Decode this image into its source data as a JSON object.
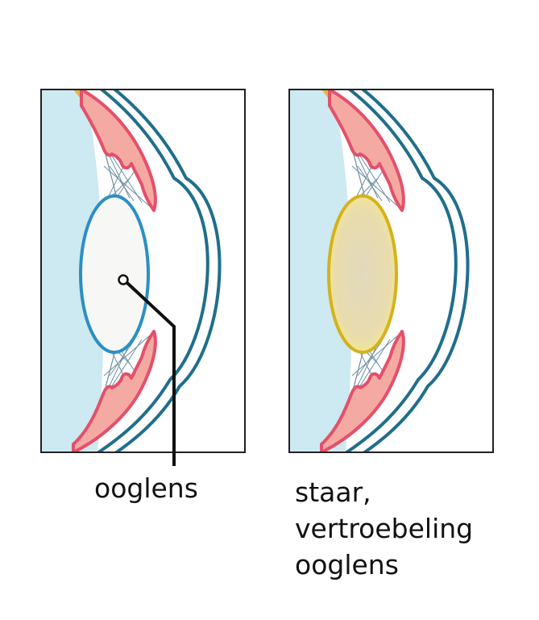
{
  "labels": {
    "lens": "ooglens",
    "cataract_line1": "staar,",
    "cataract_line2": "vertroebeling",
    "cataract_line3": "ooglens"
  },
  "colors": {
    "outer_wall": "#1f6e8c",
    "vitreous": "#cde9f1",
    "iris_fill": "#f4aaa3",
    "iris_stroke": "#e4506a",
    "fibers": "#6e8fa3",
    "clear_lens_fill": "#f7f8f5",
    "clear_lens_stroke": "#2b8fc4",
    "cloudy_lens_fill": "#e7dcb6",
    "cloudy_lens_stroke": "#d4b21a",
    "pointer": "#111111",
    "frame": "#222222"
  },
  "icons": {
    "left_panel": "healthy-eye-icon",
    "right_panel": "cataract-eye-icon"
  }
}
